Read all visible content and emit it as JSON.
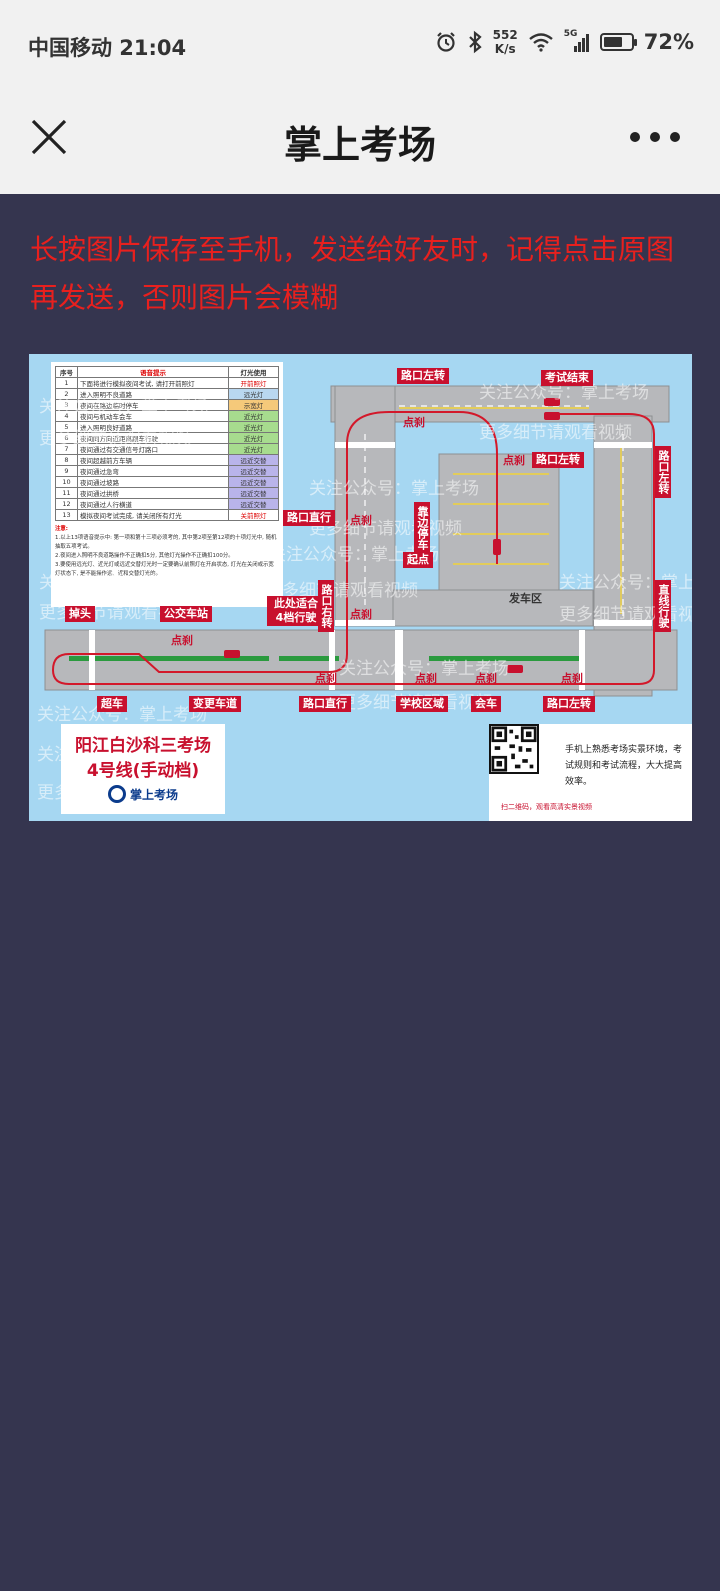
{
  "status_bar": {
    "carrier_time": "中国移动 21:04",
    "net_speed_value": "552",
    "net_speed_unit": "K/s",
    "signal_type": "5G",
    "battery": "72%",
    "battery_level": 0.72
  },
  "header": {
    "title": "掌上考场"
  },
  "notice": "长按图片保存至手机，发送给好友时，记得点击原图再发送，否则图片会模糊",
  "map": {
    "legend": {
      "headers": [
        "序号",
        "语音提示",
        "灯光使用"
      ],
      "rows": [
        {
          "no": "1",
          "tip": "下面将进行模拟夜间考试, 请打开前照灯",
          "light": "开前照灯"
        },
        {
          "no": "2",
          "tip": "进入照明不良道路",
          "light": "远光灯"
        },
        {
          "no": "3",
          "tip": "夜间在路边临时停车",
          "light": "示宽灯"
        },
        {
          "no": "4",
          "tip": "夜间与机动车会车",
          "light": "近光灯"
        },
        {
          "no": "5",
          "tip": "进入照明良好道路",
          "light": "近光灯"
        },
        {
          "no": "6",
          "tip": "夜间同方向近距离跟车行驶",
          "light": "近光灯"
        },
        {
          "no": "7",
          "tip": "夜间通过有交通信号灯路口",
          "light": "近光灯"
        },
        {
          "no": "8",
          "tip": "夜间超越前方车辆",
          "light": "远近交替"
        },
        {
          "no": "9",
          "tip": "夜间通过急弯",
          "light": "远近交替"
        },
        {
          "no": "10",
          "tip": "夜间通过坡路",
          "light": "远近交替"
        },
        {
          "no": "11",
          "tip": "夜间通过拱桥",
          "light": "远近交替"
        },
        {
          "no": "12",
          "tip": "夜间通过人行横道",
          "light": "远近交替"
        },
        {
          "no": "13",
          "tip": "模拟夜间考试完成, 请关闭所有灯光",
          "light": "关前照灯"
        }
      ],
      "notes_title": "注意:",
      "notes": [
        "1.以上13项语音提示中: 第一项和第十三项必须考的, 其中第2项至第12项的十项灯光中, 随机抽取五项考试。",
        "2.夜间进入照明不良道路操作不正确扣5分, 其他灯光操作不正确扣100分。",
        "3.要使用远光灯、近光灯或远近交替灯光时一定要确认前照灯在开启状态, 灯光在关闭或示宽灯状态下, 是不能操作远、近和交替灯光的。"
      ]
    },
    "labels": {
      "turn_left_top": "路口左转",
      "exam_end": "考试结束",
      "brake_1": "点刹",
      "brake_2": "点刹",
      "turn_left_mid": "路口左转",
      "turn_left_right": "路口左转",
      "straight_left": "路口直行",
      "brake_3": "点刹",
      "park_side": "靠边停车",
      "start_point": "起点",
      "brake_4": "点刹",
      "depart_area": "发车区",
      "gear4": "此处适合4档行驶",
      "turn_right": "路口右转",
      "straight_drive": "直线行驶",
      "u_turn": "掉头",
      "bus_stop": "公交车站",
      "brake_5": "点刹",
      "overtake": "超车",
      "lane_change": "变更车道",
      "brake_6": "点刹",
      "straight_bottom": "路口直行",
      "brake_7": "点刹",
      "school_zone": "学校区域",
      "brake_8": "点刹",
      "meet_car": "会车",
      "brake_9": "点刹",
      "turn_left_bottom": "路口左转"
    },
    "title_card": {
      "line1": "阳江白沙科三考场",
      "line2": "4号线(手动档)",
      "brand": "掌上考场"
    },
    "qr_card": {
      "desc": "手机上熟悉考场实景环境，考试规则和考试流程，大大提高效率。",
      "caption": "扫二维码，观看高清实景视频"
    },
    "watermarks": {
      "a": "关注公众号：掌上考场",
      "b": "更多细节请观看视频"
    }
  }
}
